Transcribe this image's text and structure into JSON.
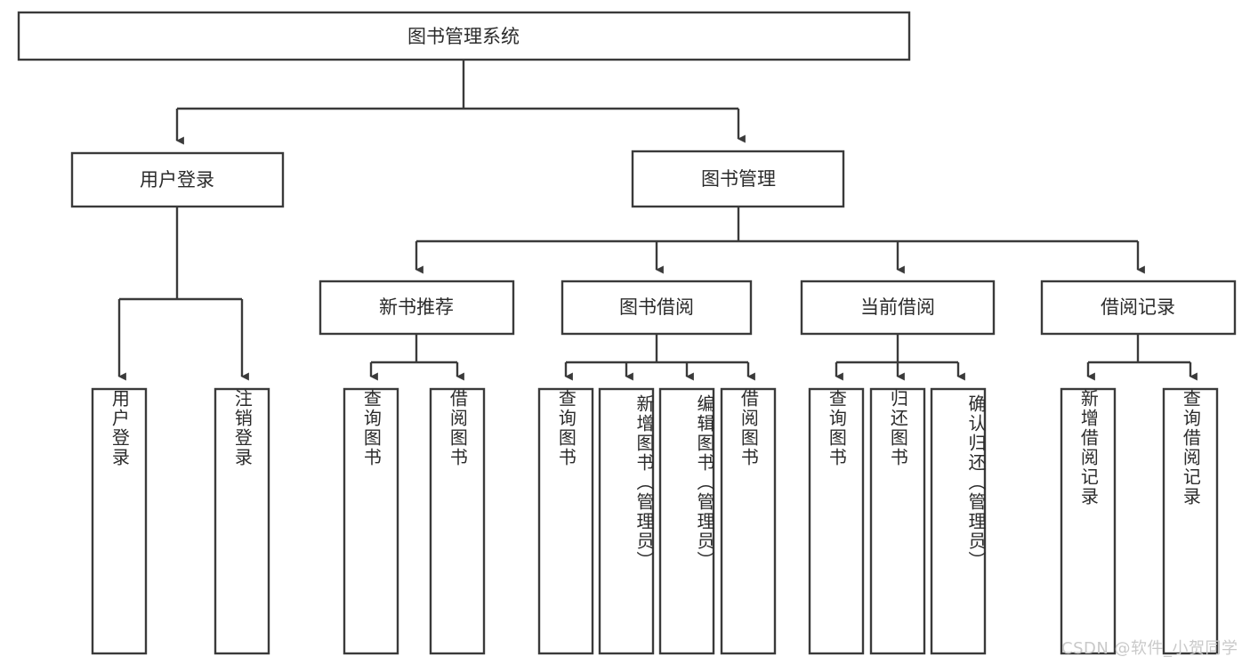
{
  "diagram": {
    "type": "tree",
    "title": "图书管理系统",
    "orientation": "top-down",
    "colors": {
      "box_stroke": "#3a3a3a",
      "box_fill": "#ffffff",
      "text": "#2b2b2b",
      "connector": "#3a3a3a",
      "background": "#ffffff",
      "watermark": "#c9c9c9"
    },
    "root": {
      "id": "root",
      "label": "图书管理系统"
    },
    "level2": [
      {
        "id": "user-login",
        "label": "用户登录"
      },
      {
        "id": "book-manage",
        "label": "图书管理"
      }
    ],
    "level3": [
      {
        "id": "new-book-recommend",
        "label": "新书推荐",
        "parent": "book-manage"
      },
      {
        "id": "book-borrow",
        "label": "图书借阅",
        "parent": "book-manage"
      },
      {
        "id": "current-borrow",
        "label": "当前借阅",
        "parent": "book-manage"
      },
      {
        "id": "borrow-record",
        "label": "借阅记录",
        "parent": "book-manage"
      }
    ],
    "leaves": [
      {
        "id": "leaf-user-login",
        "label": "用户登录",
        "parent": "user-login"
      },
      {
        "id": "leaf-user-logout",
        "label": "注销登录",
        "parent": "user-login"
      },
      {
        "id": "leaf-query-book-1",
        "label": "查询图书",
        "parent": "new-book-recommend"
      },
      {
        "id": "leaf-borrow-book-1",
        "label": "借阅图书",
        "parent": "new-book-recommend"
      },
      {
        "id": "leaf-query-book-2",
        "label": "查询图书",
        "parent": "book-borrow"
      },
      {
        "id": "leaf-add-book",
        "label": "新增图书（管理员）",
        "parent": "book-borrow"
      },
      {
        "id": "leaf-edit-book",
        "label": "编辑图书（管理员）",
        "parent": "book-borrow"
      },
      {
        "id": "leaf-borrow-book-2",
        "label": "借阅图书",
        "parent": "book-borrow"
      },
      {
        "id": "leaf-query-book-3",
        "label": "查询图书",
        "parent": "current-borrow"
      },
      {
        "id": "leaf-return-book",
        "label": "归还图书",
        "parent": "current-borrow"
      },
      {
        "id": "leaf-confirm-return",
        "label": "确认归还（管理员）",
        "parent": "current-borrow"
      },
      {
        "id": "leaf-add-record",
        "label": "新增借阅记录",
        "parent": "borrow-record"
      },
      {
        "id": "leaf-query-record",
        "label": "查询借阅记录",
        "parent": "borrow-record"
      }
    ]
  },
  "watermark": {
    "text": "CSDN @软件_小贺同学"
  }
}
